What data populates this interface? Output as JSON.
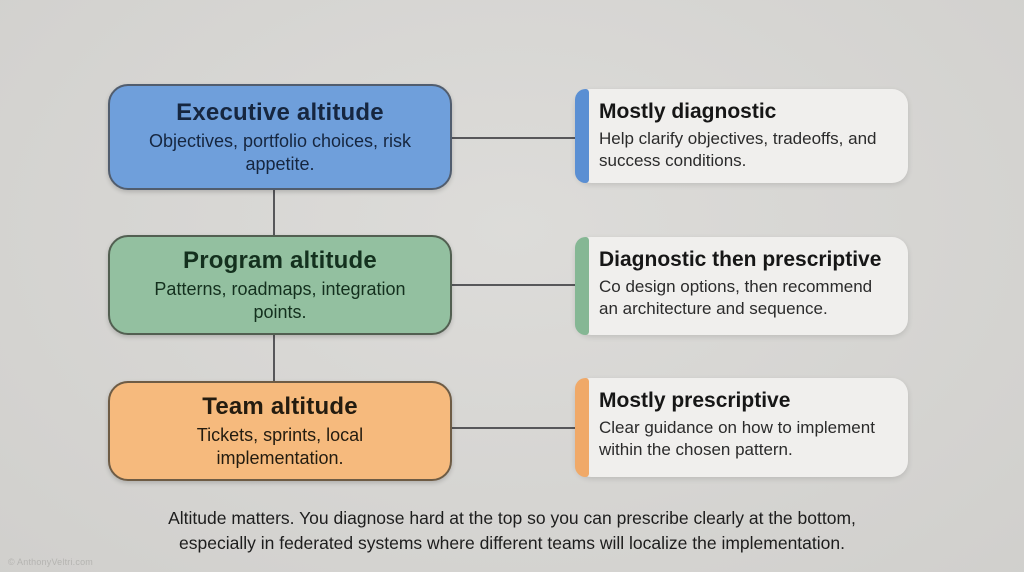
{
  "colors": {
    "background": "#d9d8d5",
    "connector": "#57575a",
    "card_fill": "#f0efed",
    "right_title": "#161616",
    "right_body": "#2b2b2b",
    "footer": "#1d1d1d",
    "watermark": "#b5b4b1"
  },
  "rows": [
    {
      "id": "executive",
      "left": {
        "title": "Executive altitude",
        "subtitle": "Objectives, portfolio choices, risk appetite."
      },
      "right": {
        "title": "Mostly diagnostic",
        "body": "Help clarify objectives, tradeoffs, and success conditions."
      },
      "colors": {
        "fill": "#6f9fdb",
        "border": "#515d6e",
        "text": "#16263f",
        "stripe": "#5a8fd3"
      }
    },
    {
      "id": "program",
      "left": {
        "title": "Program altitude",
        "subtitle": "Patterns, roadmaps, integration points."
      },
      "right": {
        "title": "Diagnostic then prescriptive",
        "body": "Co design options, then recommend an architecture and sequence."
      },
      "colors": {
        "fill": "#93c0a0",
        "border": "#525f51",
        "text": "#14301e",
        "stripe": "#85b794"
      }
    },
    {
      "id": "team",
      "left": {
        "title": "Team altitude",
        "subtitle": "Tickets, sprints, local implementation."
      },
      "right": {
        "title": "Mostly prescriptive",
        "body": "Clear guidance on how to implement within the chosen pattern."
      },
      "colors": {
        "fill": "#f6ba7d",
        "border": "#6e5c45",
        "text": "#241c10",
        "stripe": "#f0a968"
      }
    }
  ],
  "footer": {
    "line1": "Altitude matters. You diagnose hard at the top so you can prescribe clearly at the bottom,",
    "line2": "especially in federated systems where different teams will localize the implementation."
  },
  "watermark": "© AnthonyVeltri.com"
}
